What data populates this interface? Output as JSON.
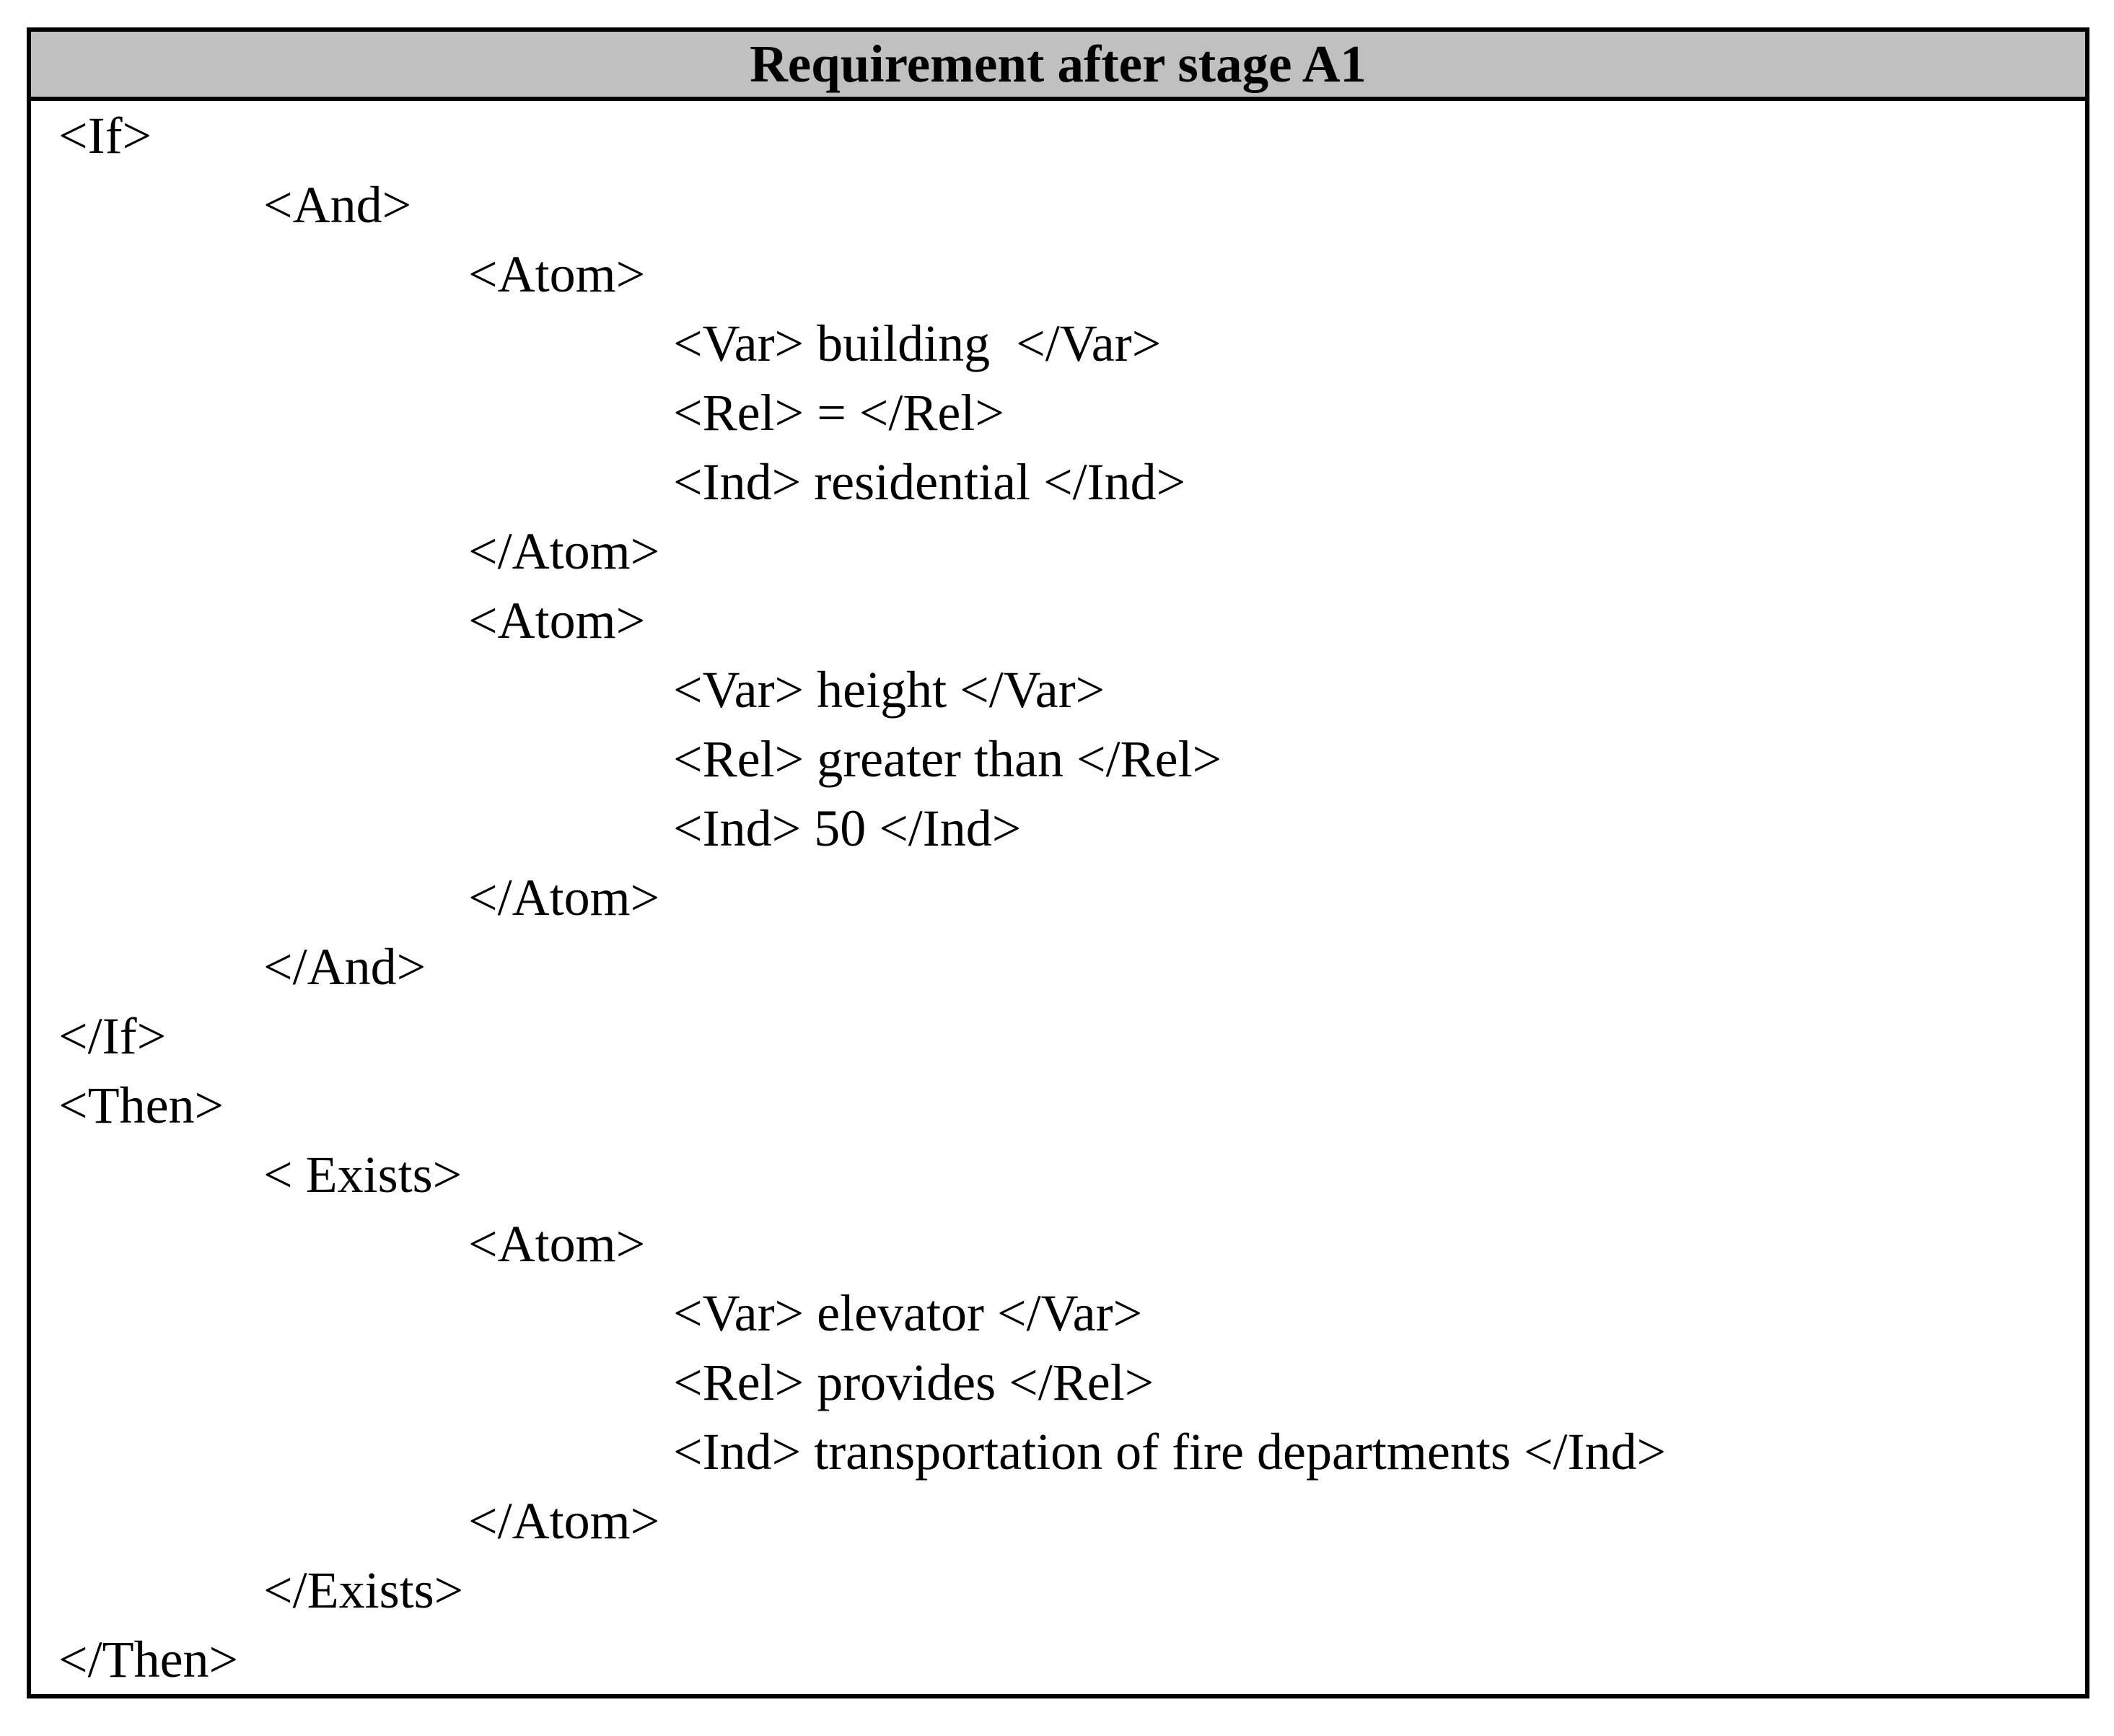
{
  "table": {
    "title": "Requirement after stage A1",
    "lines": [
      {
        "indent": 0,
        "text": "<If>"
      },
      {
        "indent": 1,
        "text": "<And>"
      },
      {
        "indent": 2,
        "text": "<Atom>"
      },
      {
        "indent": 3,
        "text": "<Var> building  </Var>"
      },
      {
        "indent": 3,
        "text": "<Rel> = </Rel>"
      },
      {
        "indent": 3,
        "text": "<Ind> residential </Ind>"
      },
      {
        "indent": 2,
        "text": "</Atom>"
      },
      {
        "indent": 2,
        "text": "<Atom>"
      },
      {
        "indent": 3,
        "text": "<Var> height </Var>"
      },
      {
        "indent": 3,
        "text": "<Rel> greater than </Rel>"
      },
      {
        "indent": 3,
        "text": "<Ind> 50 </Ind>"
      },
      {
        "indent": 2,
        "text": "</Atom>"
      },
      {
        "indent": 1,
        "text": "</And>"
      },
      {
        "indent": 0,
        "text": "</If>"
      },
      {
        "indent": 0,
        "text": "<Then>"
      },
      {
        "indent": 1,
        "text": "< Exists>"
      },
      {
        "indent": 2,
        "text": "<Atom>"
      },
      {
        "indent": 3,
        "text": "<Var> elevator </Var>"
      },
      {
        "indent": 3,
        "text": "<Rel> provides </Rel>"
      },
      {
        "indent": 3,
        "text": "<Ind> transportation of fire departments </Ind>"
      },
      {
        "indent": 2,
        "text": "</Atom>"
      },
      {
        "indent": 1,
        "text": "</Exists>"
      },
      {
        "indent": 0,
        "text": "</Then>"
      }
    ]
  },
  "colors": {
    "header_background": "#c0c0c0",
    "border": "#000000",
    "text": "#000000"
  }
}
